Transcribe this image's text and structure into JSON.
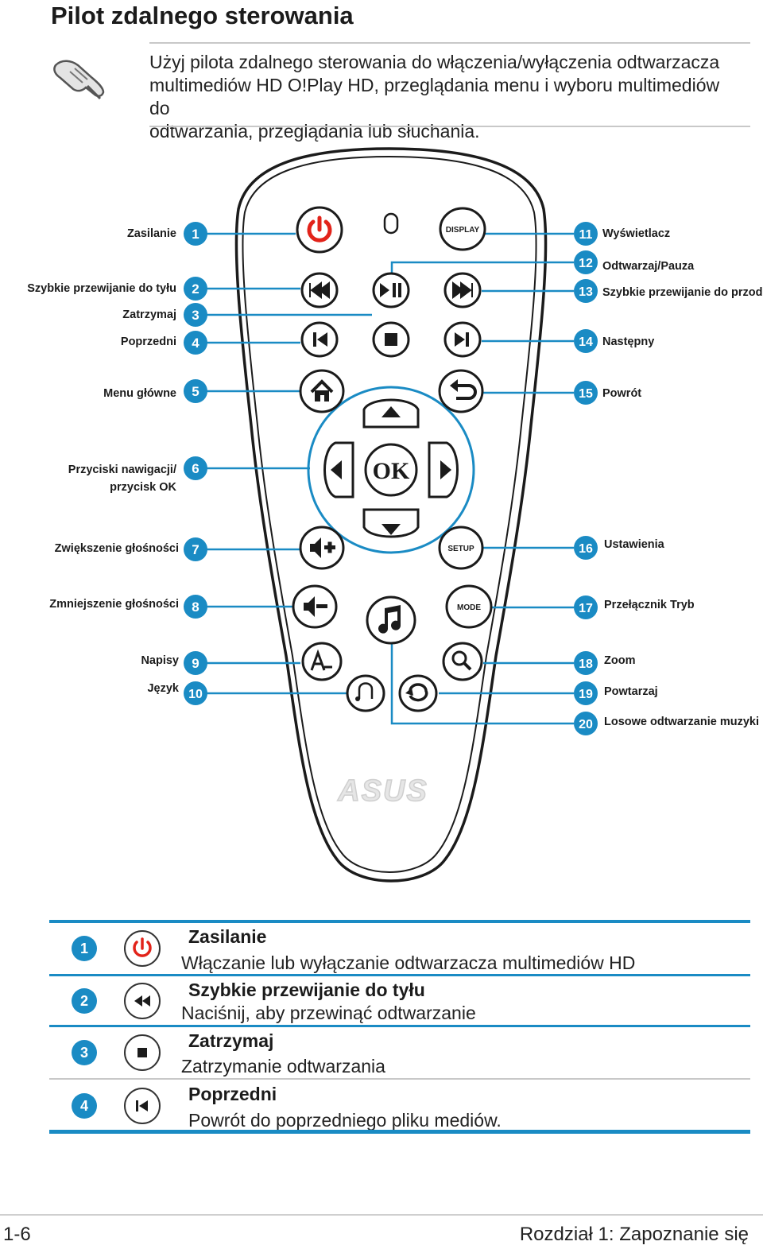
{
  "page": {
    "title": "Pilot zdalnego sterowania",
    "intro": "Użyj pilota zdalnego sterowania do włączenia/wyłączenia odtwarzacza\nmultimediów HD O!Play HD, przeglądania menu i wyboru multimediów do\nodtwarzania, przeglądania lub słuchania."
  },
  "colors": {
    "accent": "#1a8bc4",
    "power": "#e2231a",
    "outline": "#1b1b1b"
  },
  "remote": {
    "left_labels": [
      {
        "num": "1",
        "text": "Zasilanie"
      },
      {
        "num": "2",
        "text": "Szybkie przewijanie do tyłu"
      },
      {
        "num": "3",
        "text": "Zatrzymaj"
      },
      {
        "num": "4",
        "text": "Poprzedni"
      },
      {
        "num": "5",
        "text": "Menu główne"
      },
      {
        "num": "6",
        "text": "Przyciski nawigacji/",
        "text2": "przycisk OK"
      },
      {
        "num": "7",
        "text": "Zwiększenie głośności"
      },
      {
        "num": "8",
        "text": "Zmniejszenie głośności"
      },
      {
        "num": "9",
        "text": "Napisy"
      },
      {
        "num": "10",
        "text": "Język"
      }
    ],
    "right_labels": [
      {
        "num": "11",
        "text": "Wyświetlacz"
      },
      {
        "num": "12",
        "text": "Odtwarzaj/Pauza"
      },
      {
        "num": "13",
        "text": "Szybkie przewijanie do przodu"
      },
      {
        "num": "14",
        "text": "Następny"
      },
      {
        "num": "15",
        "text": "Powrót"
      },
      {
        "num": "16",
        "text": "Ustawienia"
      },
      {
        "num": "17",
        "text": "Przełącznik Tryb"
      },
      {
        "num": "18",
        "text": "Zoom"
      },
      {
        "num": "19",
        "text": "Powtarzaj"
      },
      {
        "num": "20",
        "text": "Losowe odtwarzanie muzyki"
      }
    ],
    "button_text": {
      "display": "DISPLAY",
      "setup": "SETUP",
      "mode": "MODE",
      "ok": "OK"
    },
    "logo": "ASUS"
  },
  "table": {
    "rows": [
      {
        "num": "1",
        "icon": "power-icon",
        "title": "Zasilanie",
        "desc": "Włączanie lub wyłączanie odtwarzacza multimediów HD"
      },
      {
        "num": "2",
        "icon": "rewind-icon",
        "title": "Szybkie przewijanie do tyłu",
        "desc": "Naciśnij, aby przewinąć odtwarzanie"
      },
      {
        "num": "3",
        "icon": "stop-icon",
        "title": "Zatrzymaj",
        "desc": "Zatrzymanie odtwarzania"
      },
      {
        "num": "4",
        "icon": "previous-icon",
        "title": "Poprzedni",
        "desc": "Powrót do poprzedniego pliku mediów."
      }
    ]
  },
  "footer": {
    "page_number": "1-6",
    "chapter": "Rozdział 1:  Zapoznanie się"
  }
}
